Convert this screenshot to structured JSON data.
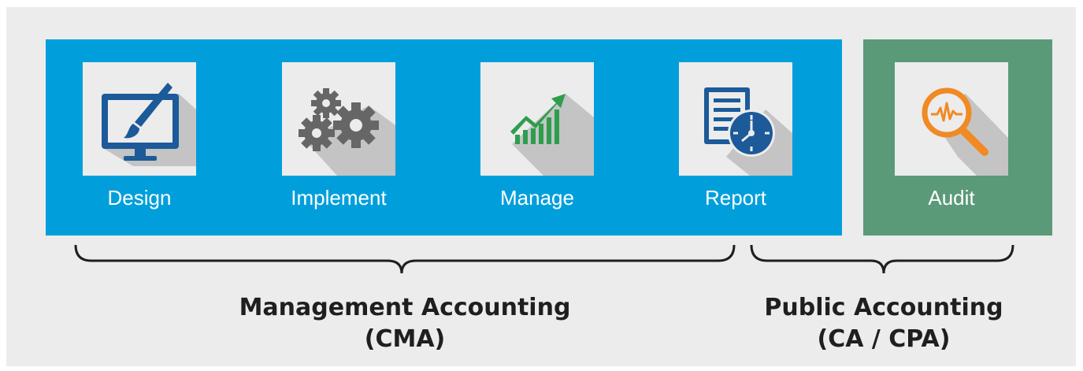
{
  "stages": [
    {
      "label": "Design",
      "icon": "monitor-paintbrush-icon"
    },
    {
      "label": "Implement",
      "icon": "gears-icon"
    },
    {
      "label": "Manage",
      "icon": "growth-chart-icon"
    },
    {
      "label": "Report",
      "icon": "document-clock-icon"
    },
    {
      "label": "Audit",
      "icon": "magnifier-pulse-icon"
    }
  ],
  "groups": {
    "management": {
      "line1": "Management Accounting",
      "line2": "(CMA)",
      "color": "#009fdc"
    },
    "public": {
      "line1": "Public Accounting",
      "line2": "(CA / CPA)",
      "color": "#5a9a78"
    }
  },
  "colors": {
    "icon_blue": "#1c5a99",
    "icon_gray": "#666666",
    "icon_green": "#2e9e4d",
    "icon_orange": "#f08a24",
    "tile_bg": "#ececec",
    "shadow": "#c4c4c4"
  }
}
